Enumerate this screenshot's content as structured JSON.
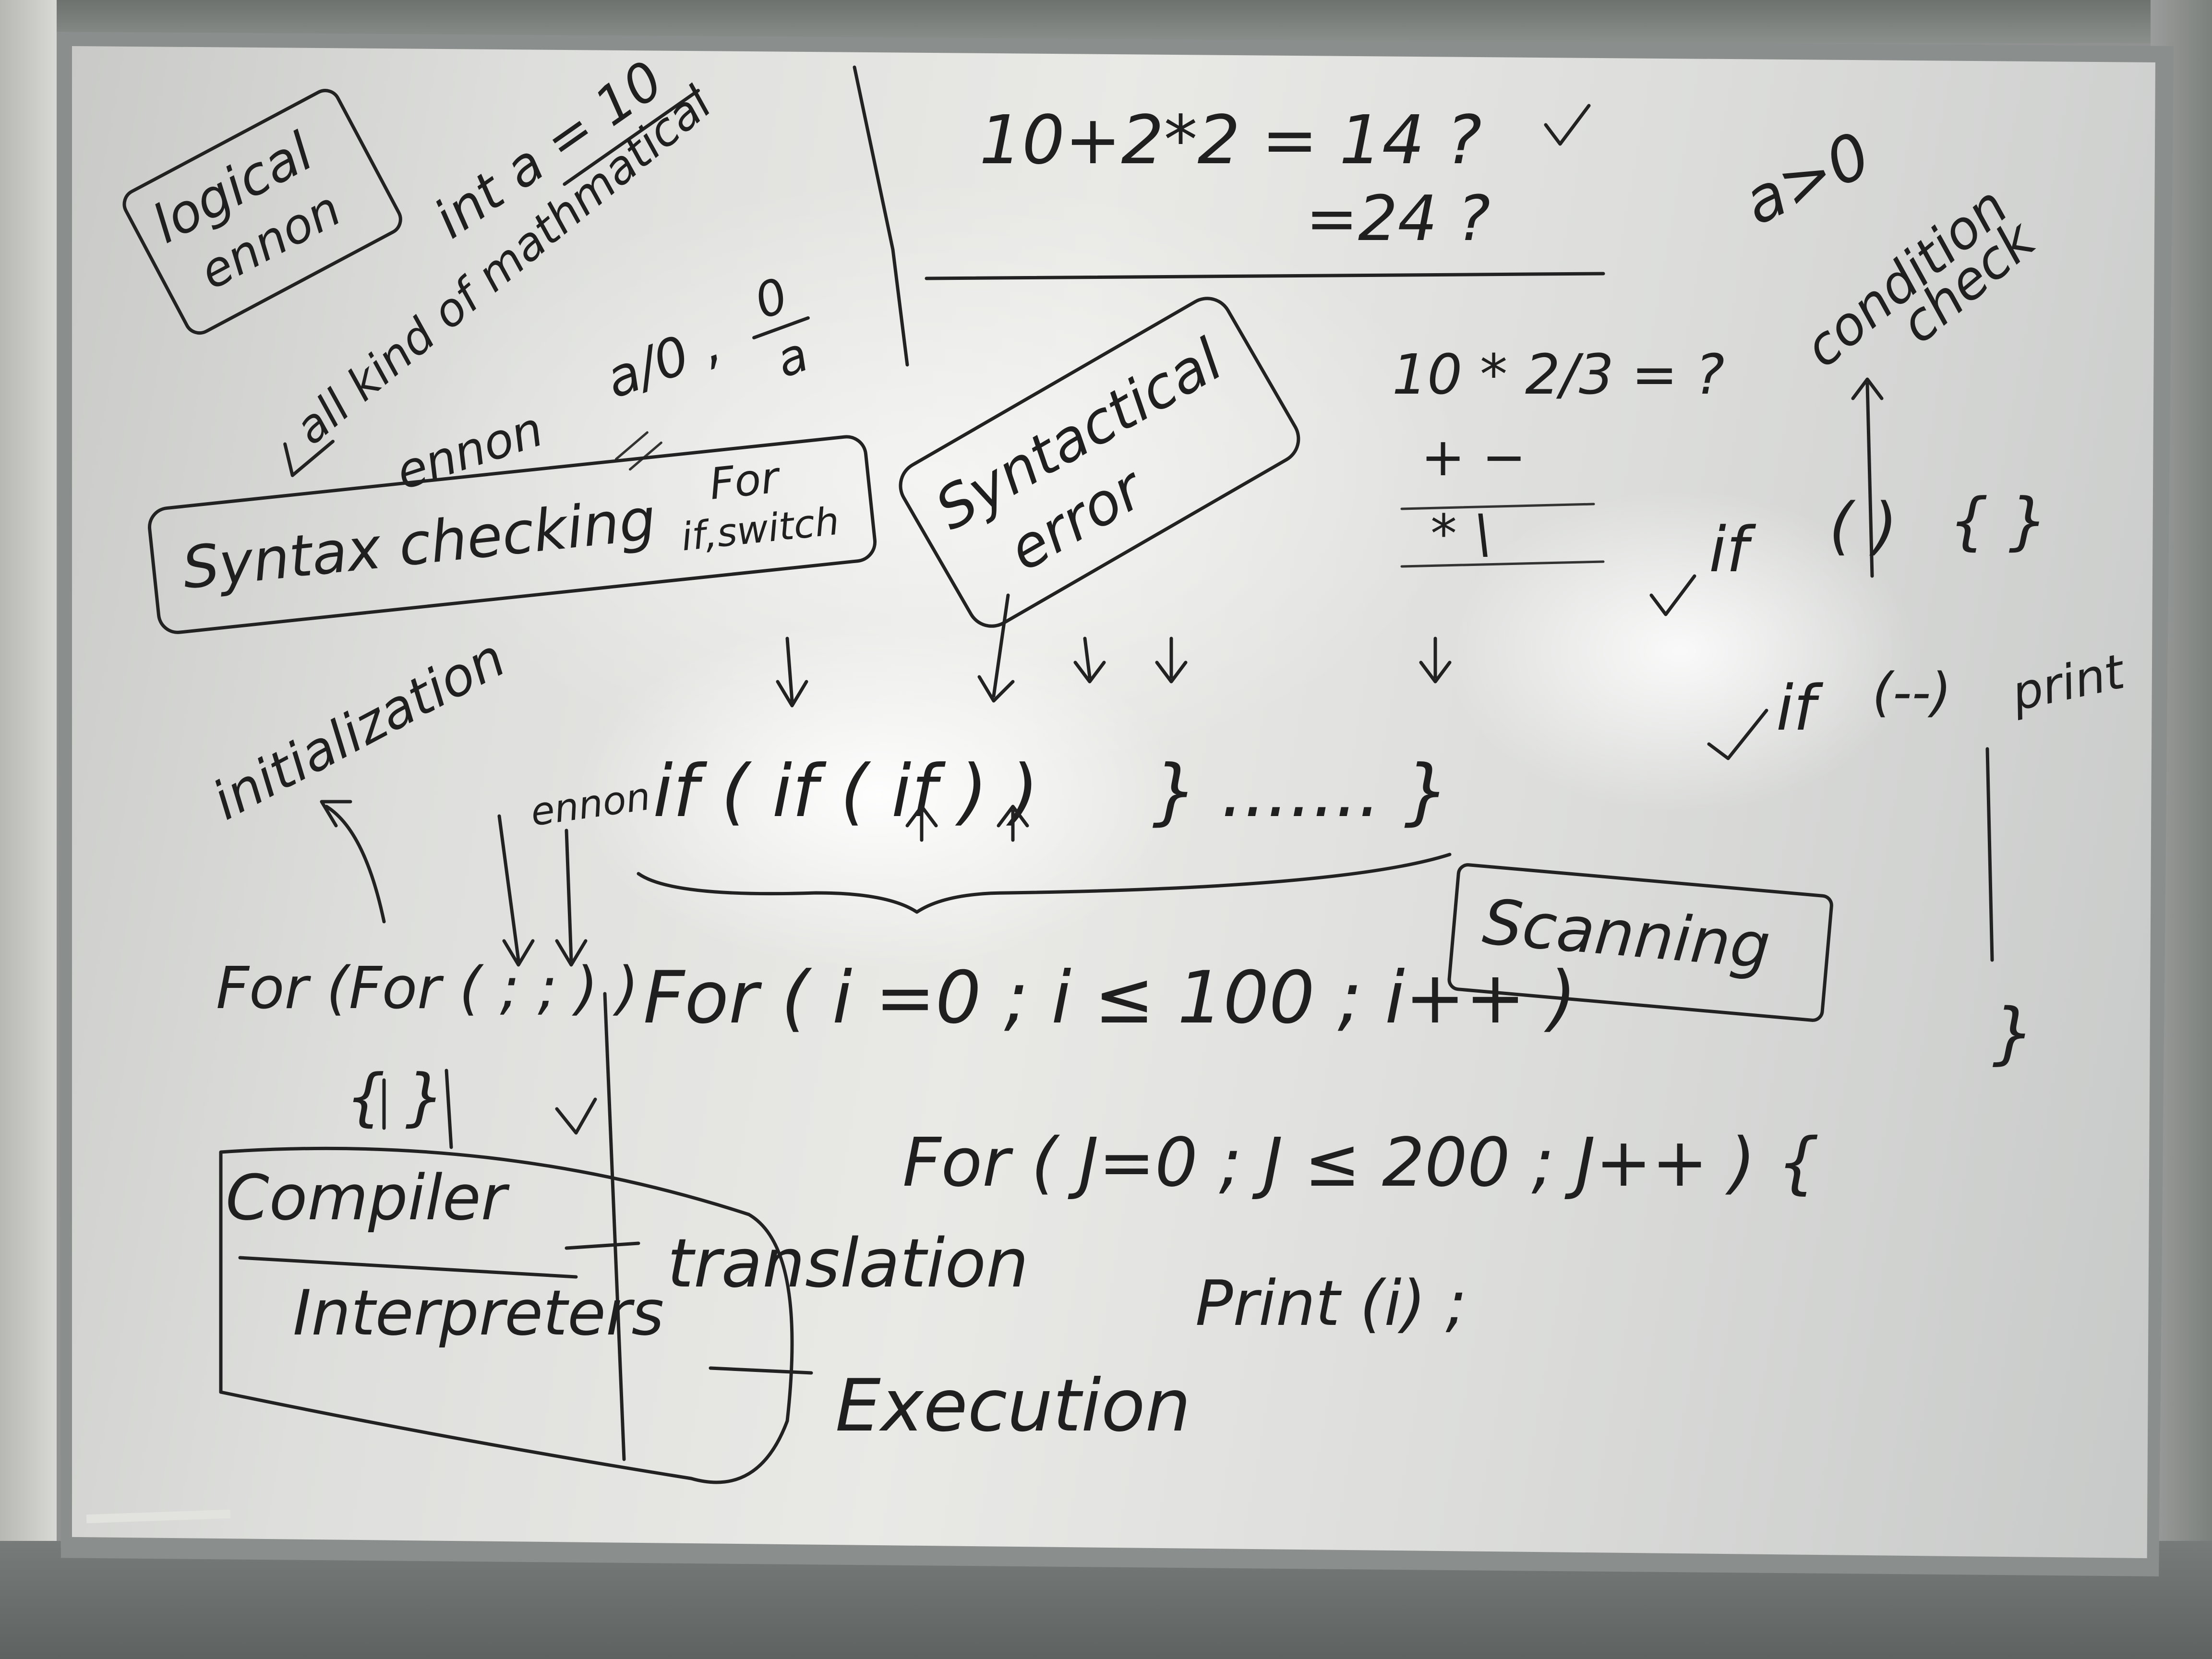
{
  "whiteboard": {
    "logical": "logical",
    "error": "ennon",
    "int_a": "int a = 10",
    "all_kind": "all kind of mathmatical",
    "error2": "ennon",
    "a_zero": "a/0 ,",
    "zero_over_a_num": "0",
    "zero_over_a_den": "a",
    "eq_1": "10+2*2 = 14 ?",
    "eq_2": "=24 ?",
    "a_gt_0": "a>0",
    "condition": "condition",
    "check": "check",
    "syntactical": "Syntactical",
    "syntactical_error": "error",
    "eq_3": "10 * 2/3 = ?",
    "ops_1": "+ −",
    "ops_2": "* \\",
    "syntax_checking": "Syntax checking",
    "for_label": "For",
    "if_switch": "if,switch",
    "if_right_1": "if",
    "paren_right_1": "( )",
    "braces_right": "{  }",
    "if_right_2": "if",
    "paren_right_2": "(--)",
    "print_right": "print",
    "initialization": "initialization",
    "error3": "ennon",
    "nested_if": "if ( if ( if ) )",
    "brace_dots": "} ....... }",
    "scanning": "Scanning",
    "for_nested": "For (For ( ; ; ) )",
    "braces_left": "{  }",
    "check_mark": "✓",
    "for_i": "For ( i =0 ; i ≤ 100 ; i++ )",
    "for_j": "For ( J=0 ; J ≤ 200 ; J++ ) {",
    "print_i": "Print (i) ;",
    "compiler": "Compiler",
    "translation": "translation",
    "interpreters": "Interpreters",
    "execution": "Execution",
    "right_brace_end": "}"
  }
}
